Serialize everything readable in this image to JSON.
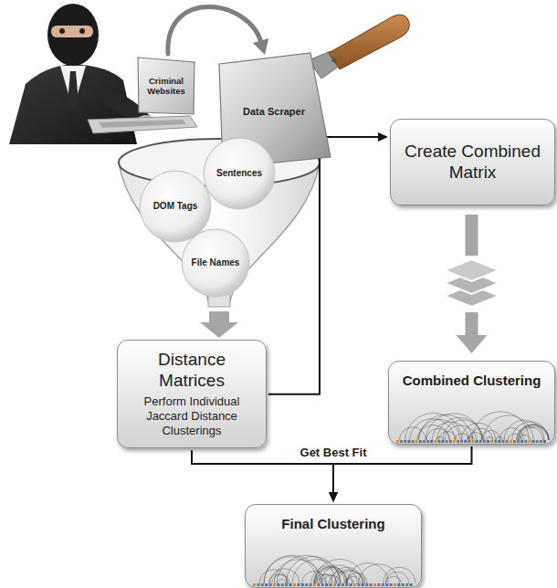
{
  "diagram": {
    "nodes": [
      {
        "text": [
          "Criminal Websites"
        ]
      },
      {
        "text": [
          "Data Scraper"
        ]
      },
      {
        "text": [
          "DOM Tags"
        ]
      },
      {
        "text": [
          "Sentences"
        ]
      },
      {
        "text": [
          "File Names"
        ]
      },
      {
        "text": [
          "Distance Matrices",
          "Perform Individual Jaccard Distance Clusterings"
        ]
      },
      {
        "text": [
          "Create Combined Matrix"
        ]
      },
      {
        "text": [
          "Combined Clustering"
        ]
      },
      {
        "text": [
          "Final Clustering"
        ]
      }
    ],
    "edges": [
      {
        "from": 0,
        "to": 1,
        "arrow": "to"
      },
      {
        "from": 5,
        "to": 6,
        "arrow": "to"
      },
      {
        "from": 6,
        "to": 7,
        "arrow": "to"
      },
      {
        "from": 5,
        "to": 8,
        "arrow": "to",
        "label": "Get Best Fit"
      },
      {
        "from": 7,
        "to": 8,
        "arrow": "to"
      }
    ]
  }
}
